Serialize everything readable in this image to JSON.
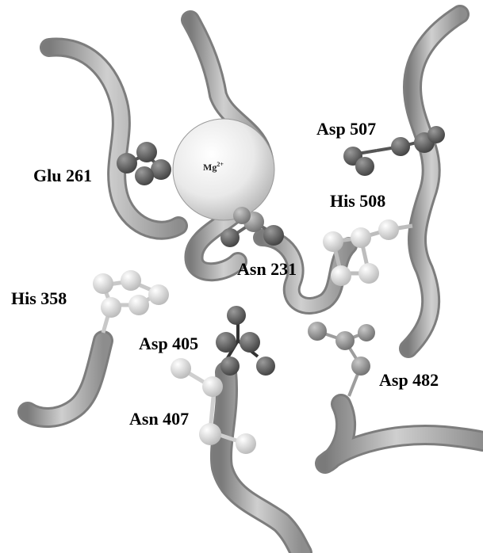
{
  "ion": {
    "element": "Mg",
    "charge": "2+"
  },
  "residues": {
    "glu261": "Glu 261",
    "asp507": "Asp 507",
    "his508": "His 508",
    "asn231": "Asn 231",
    "his358": "His 358",
    "asp405": "Asp 405",
    "asp482": "Asp 482",
    "asn407": "Asn 407"
  },
  "colors": {
    "ribbon": "#9c9c9c",
    "ribbon_light": "#cfcfcf",
    "ion": "#e8e8e8",
    "atom_dark": "#555555",
    "atom_mid": "#8a8a8a",
    "atom_light": "#d6d6d6"
  }
}
